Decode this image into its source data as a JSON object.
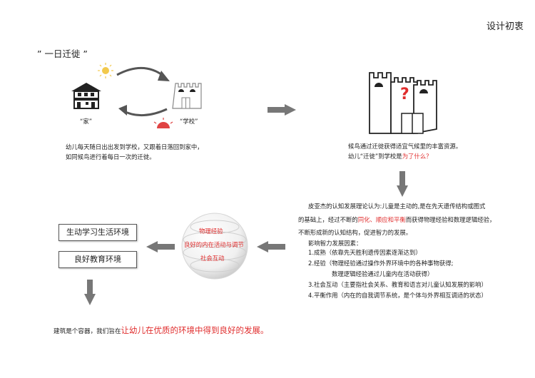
{
  "header": {
    "title": "设计初衷"
  },
  "section_title": "” 一日迁徙 ”",
  "labels": {
    "home": "“家”",
    "school": "“学校”"
  },
  "caption_left": {
    "line1": "幼儿每天随日出出发到学校，又跟着日落回到家中，",
    "line2": "如同候鸟进行着每日一次的迁徙。"
  },
  "caption_right": {
    "line1": "候鸟通过迁徙获得适宜气候里的丰富资源。",
    "line2_prefix": "幼儿“迁徙”到学校是",
    "line2_highlight": "为了什么？"
  },
  "question_mark": "?",
  "piaget": {
    "intro1": "皮亚杰的认知发展理论认为:儿童是主动的,是在先天遗传结构或图式",
    "intro2_prefix": "的基础上，经过不断的",
    "intro2_highlight": "同化、顺应和平衡",
    "intro2_suffix": "而获得物理经验和数理逻辑经验，",
    "intro3": "不断形成新的认知结构，促进智力的发展。",
    "factors_title": "影响智力发展因素：",
    "factor1": "1.成熟（依靠先天胜利遗传因素逐渐达到）",
    "factor2": "2.经验（物理经验通过操作外界环境中的各种事物获得;",
    "factor2b": "数理逻辑经验通过儿童内在活动获得）",
    "factor3": "3.社会互动（主要指社会关系、教育和语言对儿童认知发展的影响）",
    "factor4": "4.平衡作用（内在的自我调节系统，是个体与外界相互调适的状态）"
  },
  "sphere": {
    "line1": "物理经验",
    "line2": "良好的内在活动与调节",
    "line3": "社会互动"
  },
  "boxes": {
    "box1": "生动学习生活环境",
    "box2": "良好教育环境"
  },
  "conclusion": {
    "prefix": "建筑是个容器，我们旨在",
    "highlight": "让幼儿在优质的环境中得到良好的发展。"
  },
  "colors": {
    "accent": "#e02d2d",
    "arrow": "#777777",
    "sun": "#f2c94c",
    "dark": "#222222"
  }
}
